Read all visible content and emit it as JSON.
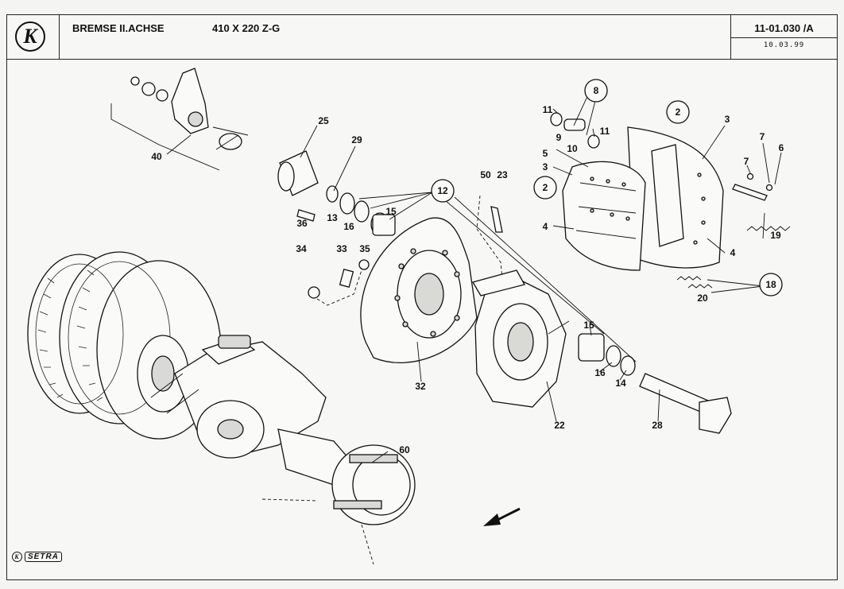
{
  "header": {
    "logo_letter": "K",
    "title": "BREMSE II.ACHSE",
    "size_spec": "410 X 220 Z-G",
    "doc_number": "11-01.030 /A",
    "date": "10.03.99"
  },
  "footer": {
    "brand_symbol": "K",
    "brand_name": "SETRA"
  },
  "callouts": {
    "c2a": "2",
    "c2b": "2",
    "c3a": "3",
    "c3b": "3",
    "c4a": "4",
    "c4b": "4",
    "c5": "5",
    "c6": "6",
    "c7a": "7",
    "c7b": "7",
    "c8": "8",
    "c9": "9",
    "c10": "10",
    "c11a": "11",
    "c11b": "11",
    "c12": "12",
    "c13": "13",
    "c14": "14",
    "c15a": "15",
    "c15b": "15",
    "c16a": "16",
    "c16b": "16",
    "c18": "18",
    "c19": "19",
    "c20": "20",
    "c22": "22",
    "c23": "23",
    "c25": "25",
    "c28": "28",
    "c29": "29",
    "c32": "32",
    "c33": "33",
    "c34": "34",
    "c35": "35",
    "c36": "36",
    "c40": "40",
    "c50": "50",
    "c60": "60"
  },
  "icons": {
    "logo": "k-monogram-circle",
    "direction_arrow": "arrow-down-left-icon"
  }
}
